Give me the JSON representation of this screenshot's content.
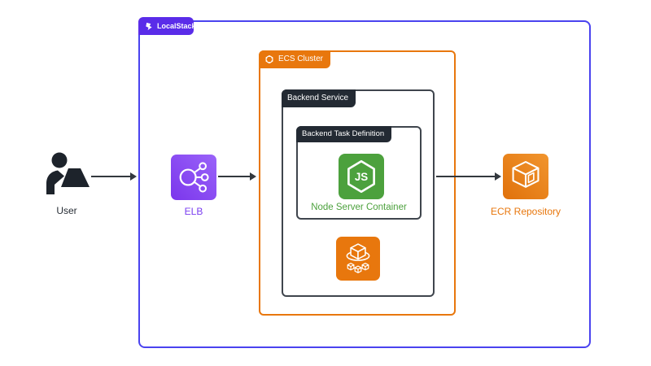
{
  "localstack": {
    "label": "LocalStack"
  },
  "ecs_cluster": {
    "label": "ECS Cluster"
  },
  "backend_service": {
    "label": "Backend Service"
  },
  "backend_task": {
    "label": "Backend Task Definition"
  },
  "nodes": {
    "user": {
      "label": "User",
      "icon": "person-at-laptop-icon"
    },
    "elb": {
      "label": "ELB",
      "icon": "load-balancer-icon"
    },
    "node_container": {
      "label": "Node Server Container",
      "icon": "nodejs-hexagon-icon"
    },
    "ecs_service": {
      "icon": "ecs-service-cubes-icon"
    },
    "ecr": {
      "label": "ECR Repository",
      "icon": "ecr-registry-box-icon"
    }
  },
  "colors": {
    "localstack_purple": "#5A2CE9",
    "outer_border_blue": "#4A43EF",
    "aws_orange": "#E8770D",
    "dark_tab": "#232A33",
    "dark_border": "#3F454D",
    "node_green": "#4CA13D",
    "elb_purple_text": "#7B3EF0",
    "arrow_dark": "#33383E"
  }
}
